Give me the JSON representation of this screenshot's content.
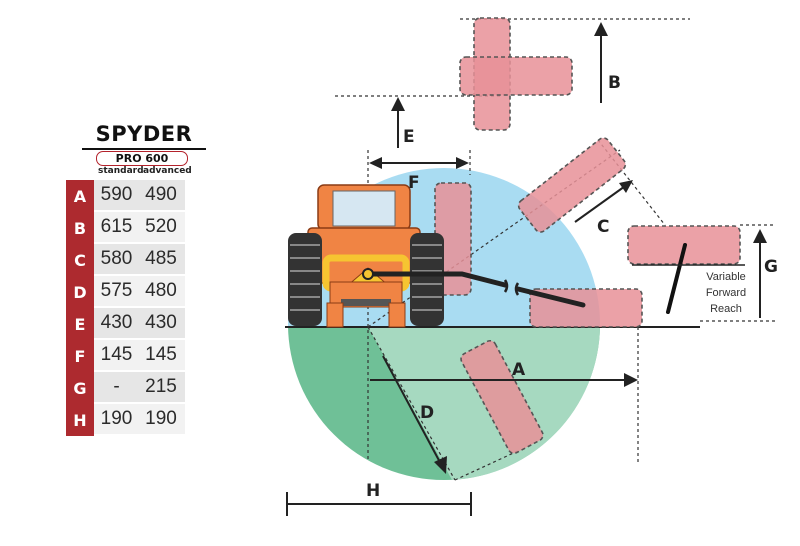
{
  "brand": "SPYDER",
  "model": "PRO 600",
  "columns": {
    "standard": "standard",
    "advanced": "advanced"
  },
  "rows": [
    {
      "letter": "A",
      "standard": "590",
      "advanced": "490"
    },
    {
      "letter": "B",
      "standard": "615",
      "advanced": "520"
    },
    {
      "letter": "C",
      "standard": "580",
      "advanced": "485"
    },
    {
      "letter": "D",
      "standard": "575",
      "advanced": "480"
    },
    {
      "letter": "E",
      "standard": "430",
      "advanced": "430"
    },
    {
      "letter": "F",
      "standard": "145",
      "advanced": "145"
    },
    {
      "letter": "G",
      "standard": "-",
      "advanced": "215"
    },
    {
      "letter": "H",
      "standard": "190",
      "advanced": "190"
    }
  ],
  "diagram": {
    "labels": {
      "A": "A",
      "B": "B",
      "C": "C",
      "D": "D",
      "E": "E",
      "F": "F",
      "G": "G",
      "H": "H"
    },
    "reach_note": [
      "Variable",
      "Forward",
      "Reach"
    ]
  },
  "colors": {
    "accent_red": "#ad2a2f",
    "sky": "#a9dcf2",
    "ground": "#6fc097",
    "mower_deck": "#e89098",
    "tractor": "#f08444"
  }
}
